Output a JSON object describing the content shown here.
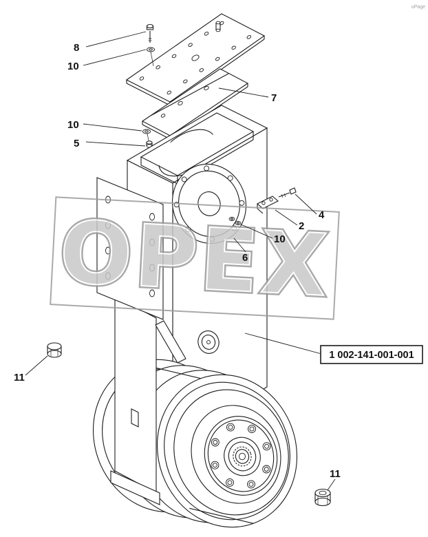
{
  "diagram": {
    "watermark": "OPEX",
    "corner_mark": "uPage",
    "part_box": {
      "label": "1 002-141-001-001"
    },
    "callouts": [
      {
        "label": "8"
      },
      {
        "label": "10"
      },
      {
        "label": "7"
      },
      {
        "label": "10"
      },
      {
        "label": "5"
      },
      {
        "label": "4"
      },
      {
        "label": "2"
      },
      {
        "label": "10"
      },
      {
        "label": "6"
      },
      {
        "label": "11"
      },
      {
        "label": "11"
      }
    ],
    "colors": {
      "line": "#1b1b1b",
      "watermark_fill": "#c8c8c8",
      "watermark_outline": "#9b9b9b"
    }
  }
}
